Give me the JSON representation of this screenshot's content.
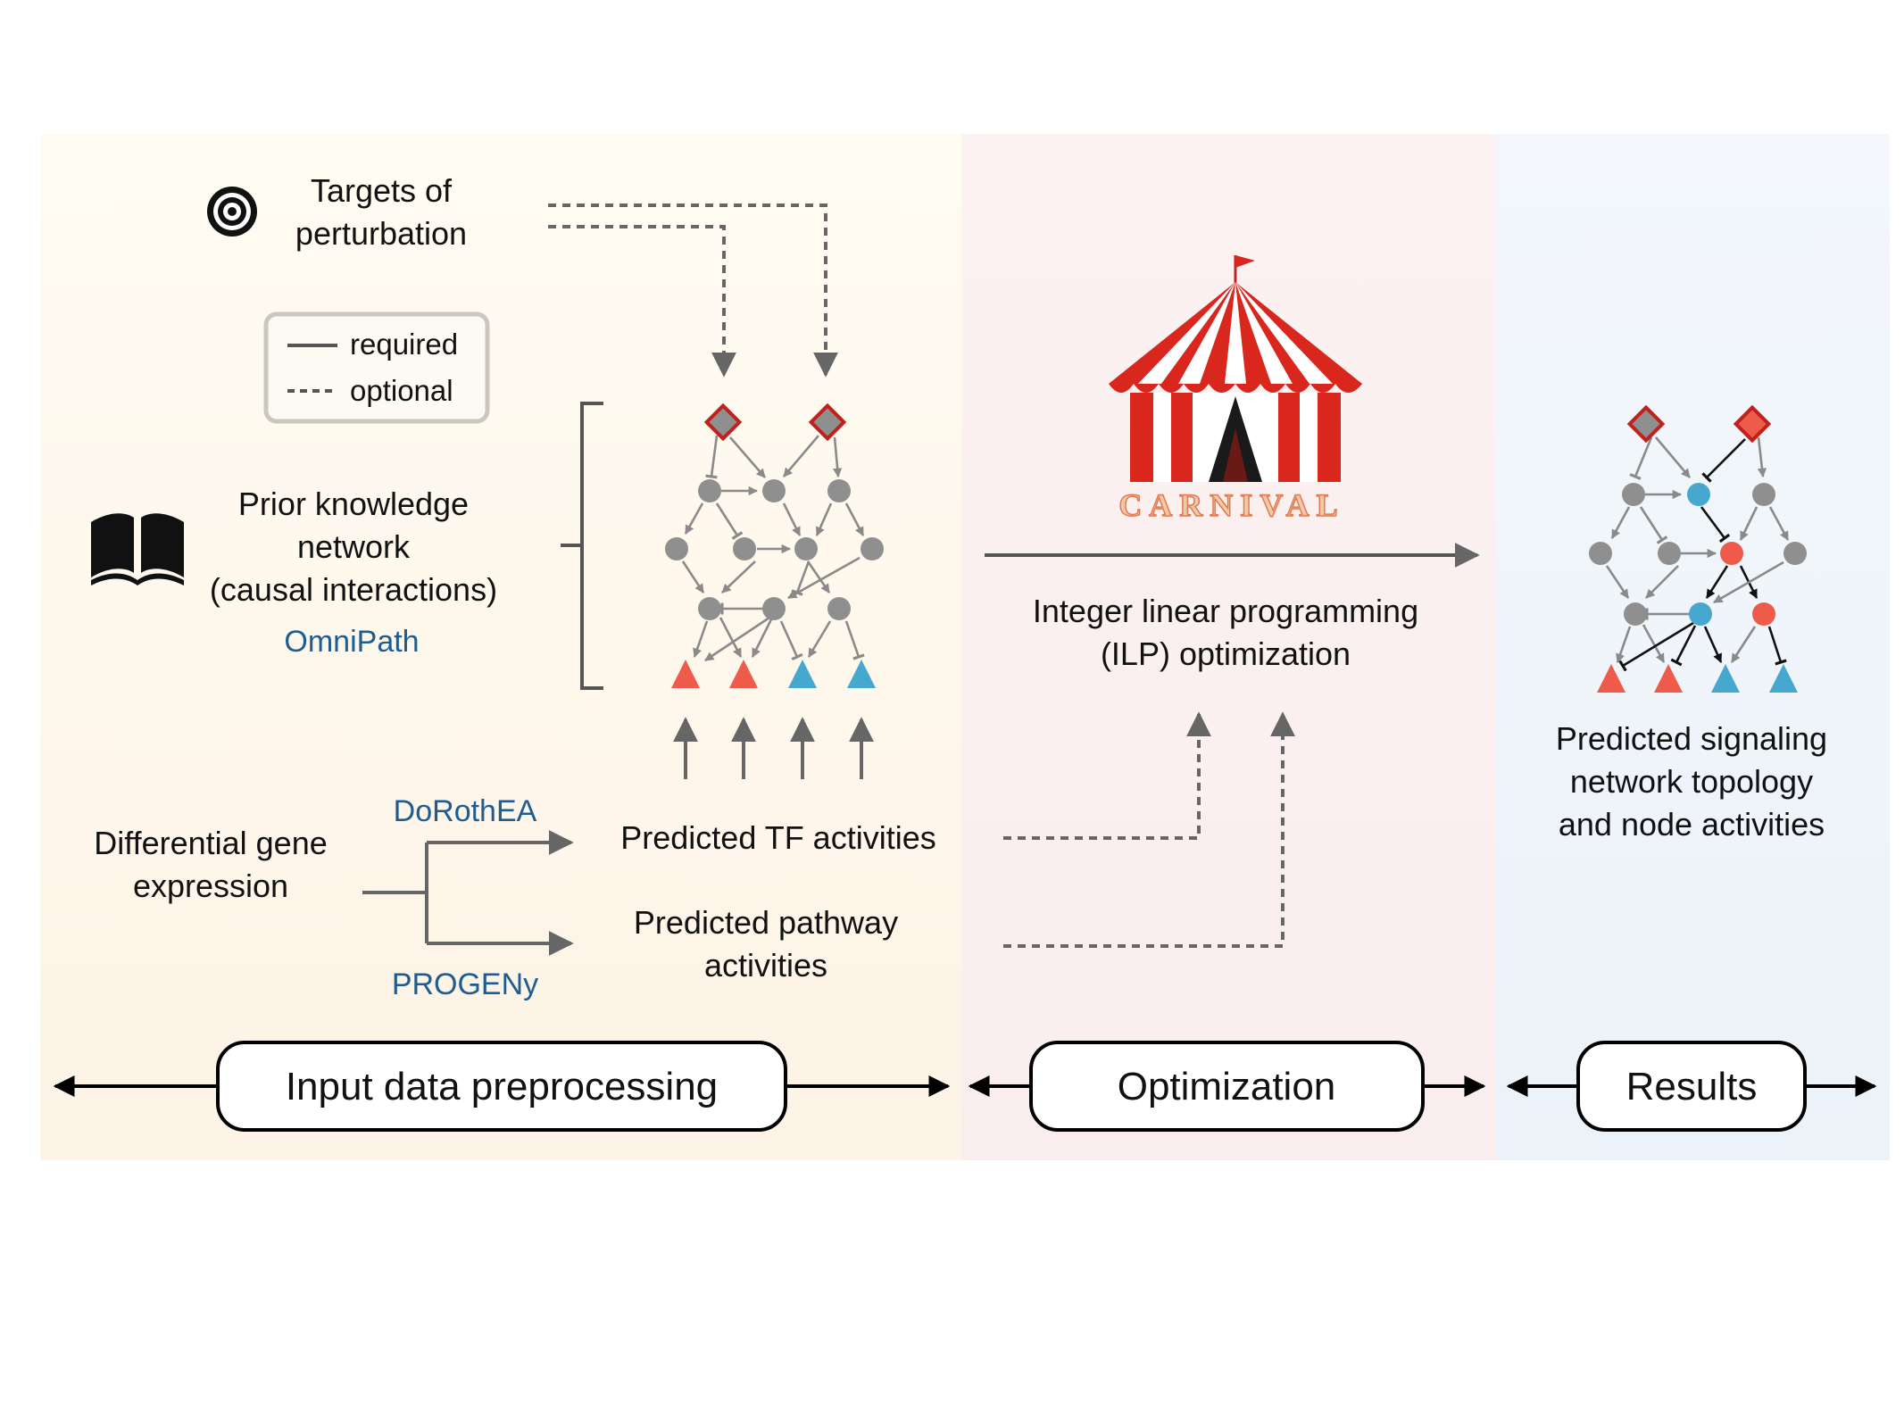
{
  "inputs": {
    "perturbation_label_1": "Targets of",
    "perturbation_label_2": "perturbation",
    "pkn_label_1": "Prior knowledge",
    "pkn_label_2": "network",
    "pkn_label_3": "(causal interactions)",
    "omnipath": "OmniPath",
    "dge_label_1": "Differential gene",
    "dge_label_2": "expression",
    "dorothea": "DoRothEA",
    "progeny": "PROGENy",
    "tf_activities": "Predicted TF activities",
    "pathway_label_1": "Predicted pathway",
    "pathway_label_2": "activities"
  },
  "legend": {
    "required": "required",
    "optional": "optional"
  },
  "optimization": {
    "logo_text": "CARNIVAL",
    "ilp_label_1": "Integer linear programming",
    "ilp_label_2": "(ILP) optimization"
  },
  "results": {
    "label_1": "Predicted signaling",
    "label_2": "network topology",
    "label_3": "and node activities"
  },
  "stages": {
    "input": "Input data preprocessing",
    "optimization": "Optimization",
    "results": "Results"
  },
  "colors": {
    "input_bg": "#fdf6ea",
    "optimization_bg": "#fbeeee",
    "results_bg": "#eef4f8",
    "red_node": "#ef5b4b",
    "blue_node": "#47a8cf",
    "gray_node": "#8f8f8f",
    "perturb_fill": "#8f8f8f",
    "perturb_stroke": "#c0201e"
  },
  "icons": [
    "target-icon",
    "book-icon",
    "circus-tent-icon"
  ]
}
